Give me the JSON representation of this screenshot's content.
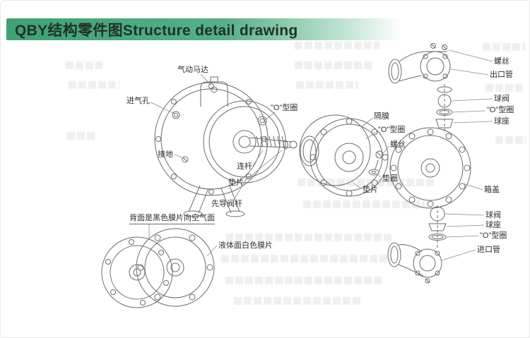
{
  "page": {
    "title": "QBY结构零件图Structure detail drawing"
  },
  "colors": {
    "header_green": "#3fa273",
    "line_color": "#666666",
    "label_color": "#2e2e2e"
  },
  "diagram": {
    "labels": {
      "air_motor": "气动马达",
      "air_inlet": "进气孔",
      "o_ring_left": "\"O\"型圈",
      "grounding": "接地",
      "connecting_rod": "连杆",
      "gasket_left": "垫片",
      "pilot_valve_stem": "先导阀杆",
      "black_diaphragm_note": "背面是黑色膜片向空气面",
      "white_diaphragm": "液体面白色膜片",
      "diaphragm": "隔膜",
      "o_ring_mid": "\"O\"型圈",
      "screw_mid": "螺丝",
      "washer": "垫圈",
      "gasket_mid": "垫片",
      "screw_right": "螺丝",
      "outlet_pipe": "出口管",
      "ball_valve_top": "球阀",
      "o_ring_top_right": "\"O\"型圈",
      "ball_seat_top": "球座",
      "box_cover": "箱盖",
      "ball_valve_bottom": "球阀",
      "ball_seat_bottom": "球座",
      "o_ring_bottom_right": "\"O\"型圈",
      "inlet_pipe": "进口管"
    }
  }
}
